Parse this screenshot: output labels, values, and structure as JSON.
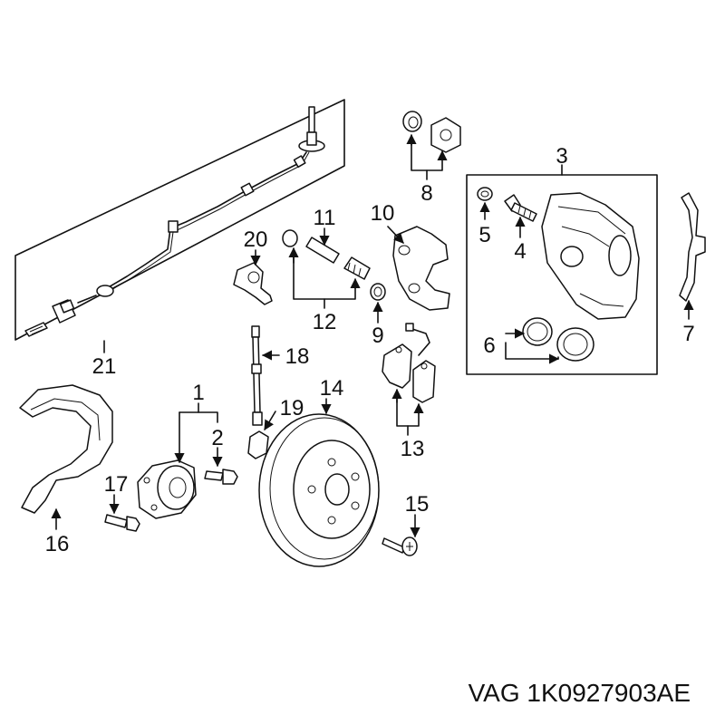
{
  "caption": "VAG 1K0927903AE",
  "callouts": {
    "c1": "1",
    "c2": "2",
    "c3": "3",
    "c4": "4",
    "c5": "5",
    "c6": "6",
    "c7": "7",
    "c8": "8",
    "c9": "9",
    "c10": "10",
    "c11": "11",
    "c12": "12",
    "c13": "13",
    "c14": "14",
    "c15": "15",
    "c16": "16",
    "c17": "17",
    "c18": "18",
    "c19": "19",
    "c20": "20",
    "c21": "21"
  }
}
